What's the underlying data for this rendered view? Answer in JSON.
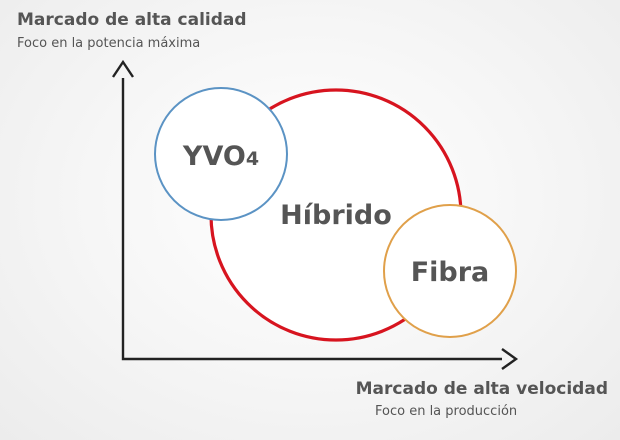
{
  "axes": {
    "y_title": "Marcado de alta calidad",
    "y_subtitle": "Foco en la potencia máxima",
    "x_title": "Marcado de alta velocidad",
    "x_subtitle": "Foco en la producción"
  },
  "nodes": {
    "hybrid": {
      "label": "Híbrido",
      "color": "#d7141f"
    },
    "yvo4": {
      "label": "YVO",
      "subscript": "4",
      "color": "#5b93c4"
    },
    "fiber": {
      "label": "Fibra",
      "color": "#e0a04a"
    }
  },
  "colors": {
    "axis": "#222222",
    "text": "#555555"
  }
}
